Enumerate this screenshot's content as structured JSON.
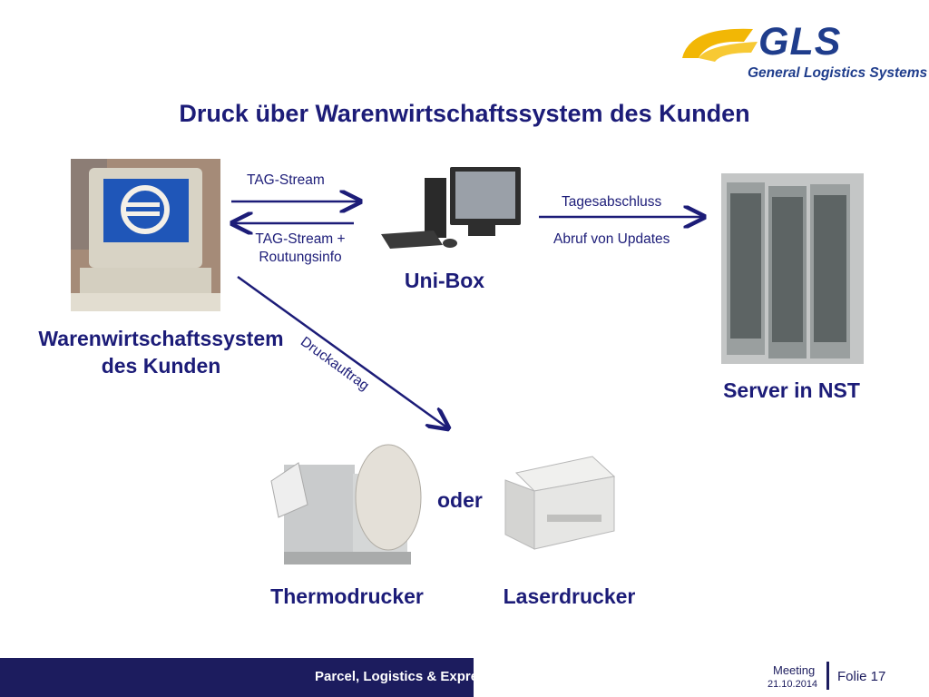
{
  "title": "Druck über Warenwirtschaftssystem des Kunden",
  "logo": {
    "name": "GLS",
    "subtitle": "General Logistics Systems"
  },
  "nodes": {
    "wws_line1": "Warenwirtschaftssystem",
    "wws_line2": "des Kunden",
    "unibox": "Uni-Box",
    "server": "Server in NST",
    "thermo": "Thermodrucker",
    "laser": "Laserdrucker",
    "oder": "oder"
  },
  "edges": {
    "tag_stream": "TAG-Stream",
    "tag_stream_routing_1": "TAG-Stream +",
    "tag_stream_routing_2": "Routungsinfo",
    "tagesabschluss": "Tagesabschluss",
    "abruf_updates": "Abruf von Updates",
    "druckauftrag": "Druckauftrag"
  },
  "footer": {
    "tagline": "Parcel, Logistics & Express",
    "meeting": "Meeting",
    "date": "21.10.2014",
    "folie": "Folie 17"
  },
  "colors": {
    "navy": "#1c1c78",
    "gls_yellow": "#f2b705"
  }
}
